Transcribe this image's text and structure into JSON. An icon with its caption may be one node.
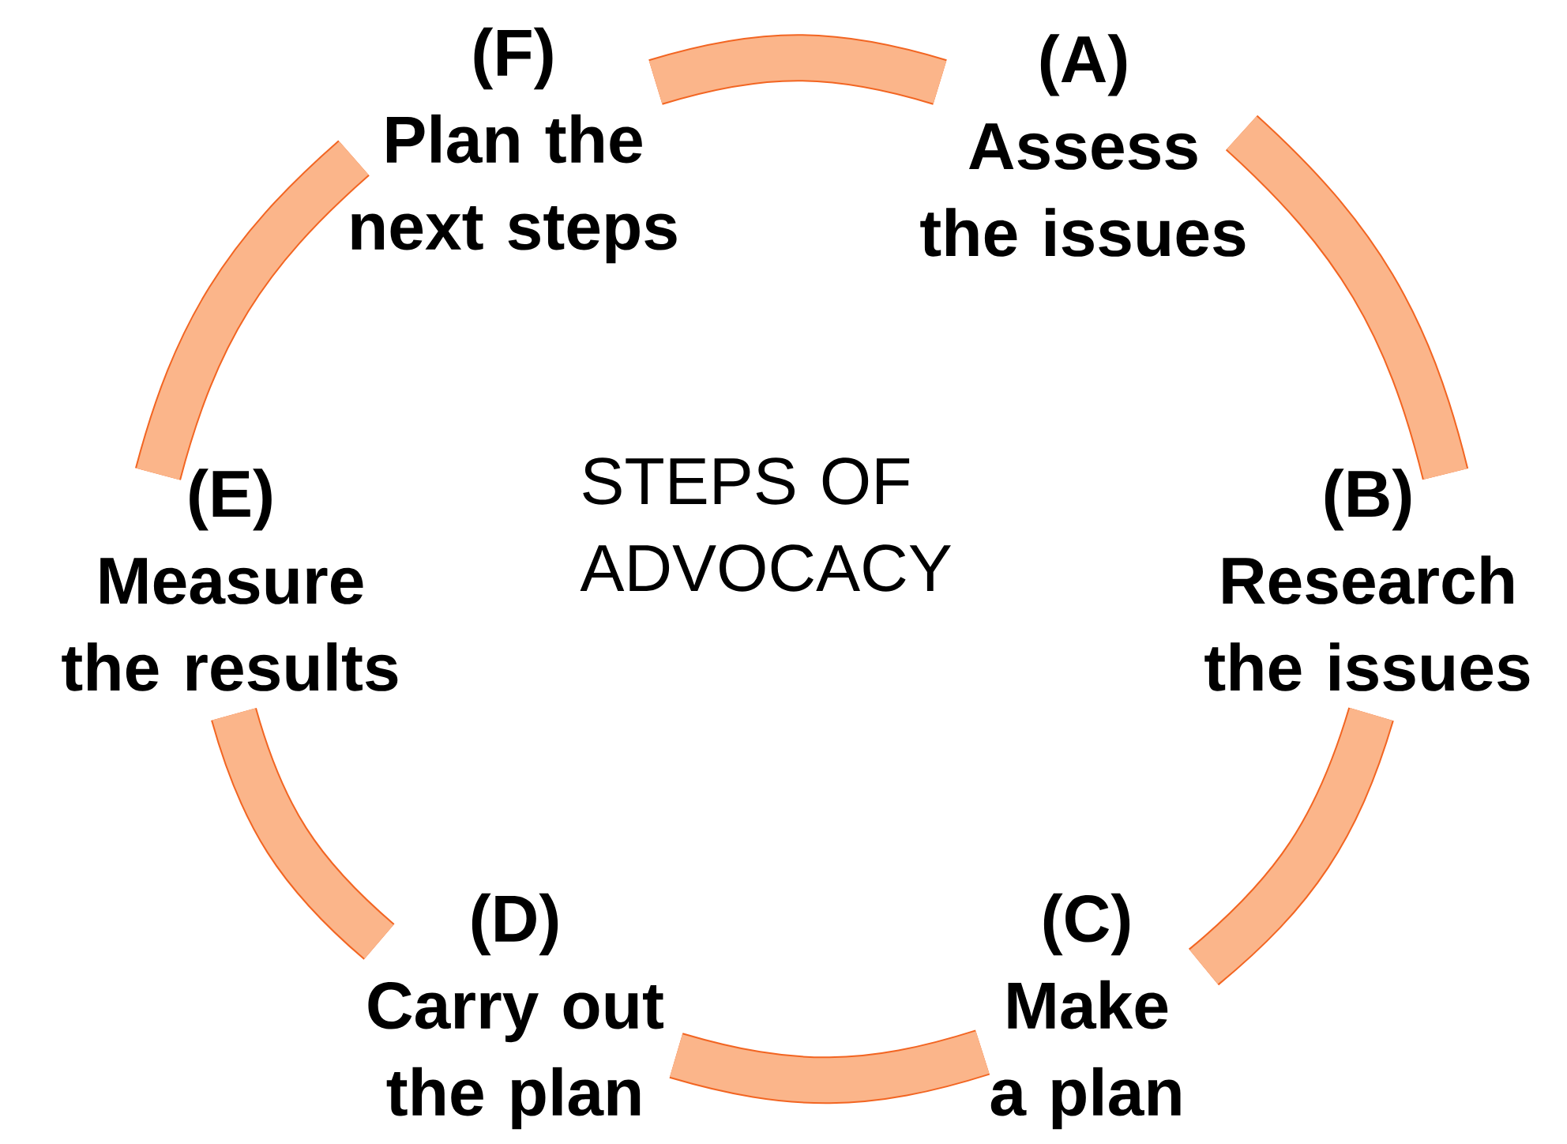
{
  "diagram": {
    "title": "STEPS OF ADVOCACY",
    "nodes": [
      {
        "text": [
          "(A)",
          "Assess the issues"
        ]
      },
      {
        "text": [
          "(B)",
          "Research the issues"
        ]
      },
      {
        "text": [
          "(C)",
          "Make a plan"
        ]
      },
      {
        "text": [
          "(D)",
          "Carry out the plan"
        ]
      },
      {
        "text": [
          "(E)",
          "Measure the results"
        ]
      },
      {
        "text": [
          "(F)",
          "Plan the next steps"
        ]
      }
    ],
    "edges": [
      {
        "from": 5,
        "to": 0,
        "arrow": "none"
      },
      {
        "from": 0,
        "to": 1,
        "arrow": "none"
      },
      {
        "from": 1,
        "to": 2,
        "arrow": "none"
      },
      {
        "from": 2,
        "to": 3,
        "arrow": "none"
      },
      {
        "from": 3,
        "to": 4,
        "arrow": "none"
      },
      {
        "from": 4,
        "to": 5,
        "arrow": "none"
      }
    ]
  }
}
